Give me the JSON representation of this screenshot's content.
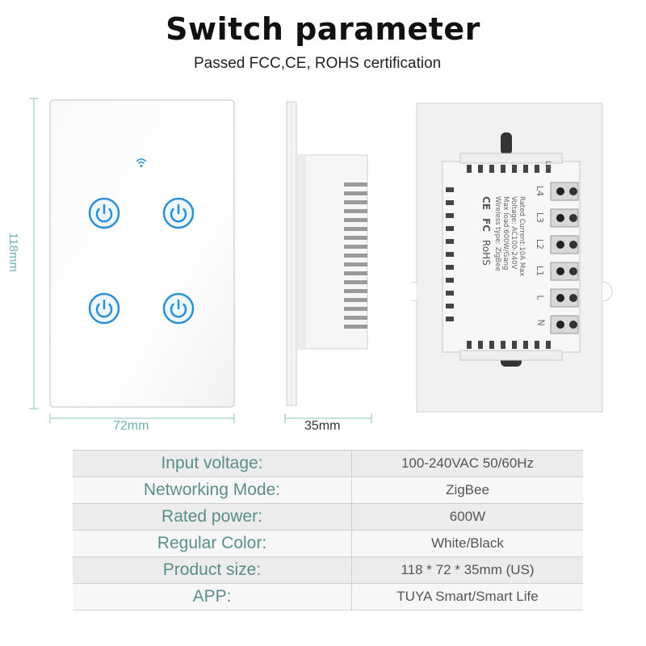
{
  "header": {
    "title": "Switch parameter",
    "subtitle": "Passed FCC,CE, ROHS certification"
  },
  "dimensions": {
    "height": "118mm",
    "width": "72mm",
    "depth": "35mm"
  },
  "back_label": {
    "line1": "Rated Current:10A Max",
    "line2": "Voltage: AC100-240V",
    "line3": "Max load:600W/Gang",
    "line4": "Wireless type: ZigBee",
    "cert_ce": "CE",
    "cert_fc": "FC",
    "cert_rohs": "RoHS",
    "terminals": [
      "L4",
      "L3",
      "L2",
      "L1",
      "L",
      "N"
    ]
  },
  "specs": [
    {
      "label": "Input voltage:",
      "value": "100-240VAC 50/60Hz"
    },
    {
      "label": "Networking Mode:",
      "value": "ZigBee"
    },
    {
      "label": "Rated power:",
      "value": "600W"
    },
    {
      "label": "Regular Color:",
      "value": "White/Black"
    },
    {
      "label": "Product size:",
      "value": "118 * 72 * 35mm (US)"
    },
    {
      "label": "APP:",
      "value": "TUYA Smart/Smart Life"
    }
  ],
  "colors": {
    "accent": "#2b8fd6",
    "dimension_teal": "#6fb3b0",
    "label_teal": "#5a8f89"
  },
  "icons": [
    "wifi-icon",
    "power-icon"
  ]
}
